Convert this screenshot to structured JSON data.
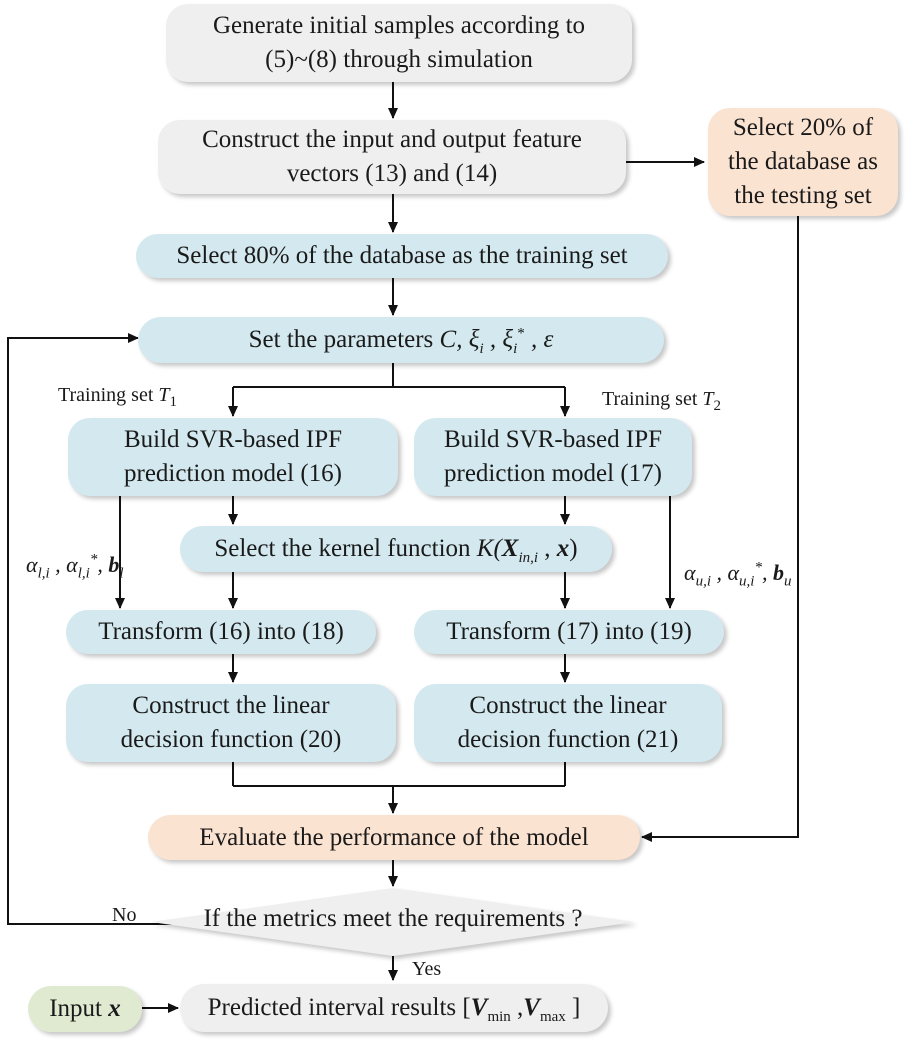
{
  "nodes": {
    "generate": {
      "line1": "Generate initial samples according to",
      "line2": "(5)~(8) through simulation"
    },
    "construct_vectors": {
      "line1": "Construct the input and output feature",
      "line2": "vectors (13) and (14)"
    },
    "testing_set": {
      "line1": "Select 20% of",
      "line2": "the database as",
      "line3": "the testing set"
    },
    "training_set": {
      "label": "Select 80% of the database as the training set"
    },
    "set_params": {
      "prefix": "Set the parameters ",
      "params": "C, ξ",
      "sub_i": "i",
      "sep1": " , ξ",
      "sub_i2": "i",
      "sup_star": "*",
      "sep2": " , ε"
    },
    "build_left": {
      "line1": "Build SVR-based IPF",
      "line2": "prediction model (16)"
    },
    "build_right": {
      "line1": "Build SVR-based IPF",
      "line2": "prediction model (17)"
    },
    "kernel": {
      "prefix": "Select the kernel function ",
      "func": "K(",
      "X": "X",
      "X_sub": "in,i",
      "comma": " , ",
      "x": "x",
      "close": ")"
    },
    "transform_left": {
      "label": "Transform (16) into (18)"
    },
    "transform_right": {
      "label": "Transform (17) into (19)"
    },
    "decision_left": {
      "line1": "Construct the linear",
      "line2": "decision function (20)"
    },
    "decision_right": {
      "line1": "Construct the linear",
      "line2": "decision function (21)"
    },
    "evaluate": {
      "label": "Evaluate the performance of the model"
    },
    "decision": {
      "label": "If the metrics meet the requirements ?"
    },
    "input": {
      "prefix": "Input ",
      "var": "x"
    },
    "results": {
      "prefix": "Predicted interval results [",
      "V1": "V",
      "V1_sub": "min",
      "comma": " ,",
      "V2": "V",
      "V2_sub": "max",
      "close": " ]"
    }
  },
  "labels": {
    "training_T1": {
      "text": "Training set ",
      "var": "T",
      "sub": "1"
    },
    "training_T2": {
      "text": "Training set ",
      "var": "T",
      "sub": "2"
    },
    "alpha_left": {
      "a": "α",
      "a_sub": "l,i",
      "sep": " , ",
      "a2": "α",
      "a2_sub": "l,i",
      "a2_sup": "*",
      "b": "b",
      "b_sub": "l"
    },
    "alpha_right": {
      "a": "α",
      "a_sub": "u,i",
      "sep": " , ",
      "a2": "α",
      "a2_sub": "u,i",
      "a2_sup": "*",
      "b": "b",
      "b_sub": "u"
    },
    "no": "No",
    "yes": "Yes"
  },
  "colors": {
    "gray_box": "#efefef",
    "blue_box": "#d3e9ef",
    "orange_box": "#fbe3d2",
    "green_box": "#dfead1",
    "arrow": "#111111"
  }
}
